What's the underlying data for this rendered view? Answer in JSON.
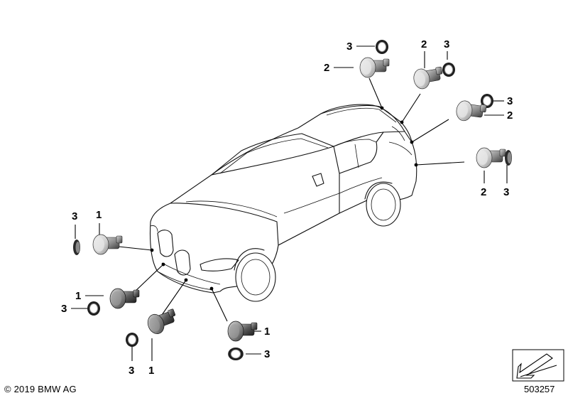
{
  "copyright": "© 2019 BMW AG",
  "diagram_number": "503257",
  "callouts": {
    "top_left_ring": "3",
    "top_left_sensor": "2",
    "top_mid_sensor": "2",
    "top_mid_ring": "3",
    "right_upper_ring": "3",
    "right_upper_sensor": "2",
    "right_lower_sensor": "2",
    "right_lower_ring": "3",
    "left_upper_ring": "3",
    "left_upper_sensor": "1",
    "left_mid_sensor": "1",
    "left_mid_ring": "3",
    "bottom_ring": "3",
    "bottom_sensor": "1",
    "front_sensor": "1",
    "front_ring": "3"
  },
  "colors": {
    "sensor_light": "#d9d9d9",
    "sensor_mid": "#8c8c8c",
    "sensor_dark": "#3a3a3a",
    "ring_outer": "#1f1f1f",
    "ring_inner": "#9a9a9a"
  },
  "icons": {
    "orientation_badge": "arrow-down-left-icon"
  }
}
